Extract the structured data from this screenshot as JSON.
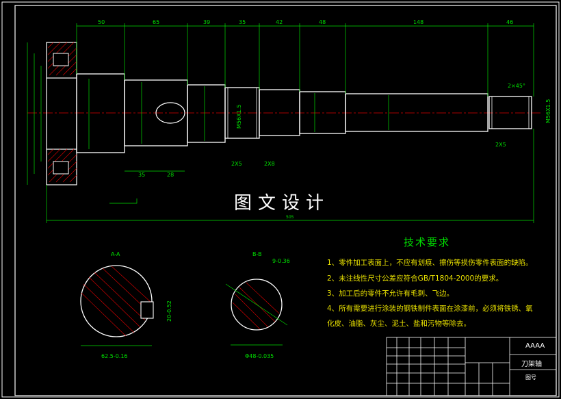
{
  "watermark": "图文设计",
  "technical_requirements": {
    "title": "技术要求",
    "notes": [
      "1、零件加工表面上，不应有划痕、擦伤等损伤零件表面的缺陷。",
      "2、未注线性尺寸公差应符合GB/T1804-2000的要求。",
      "3、加工后的零件不允许有毛刺、飞边。",
      "4、所有需要进行涂装的钢铁制件表面在涂漆前，必须将铁锈、氧",
      "化皮、油脂、灰尘、泥土、盐和污物等除去。"
    ]
  },
  "title_block": {
    "company": "AAAA",
    "part_name": "刀架轴",
    "drawing_no_label": "图号"
  },
  "dimensions": {
    "top": [
      "50",
      "65",
      "39",
      "35",
      "42",
      "48",
      "148",
      "46"
    ],
    "bottom": [
      "35",
      "28"
    ],
    "total": "505",
    "chamfer": "2×45°",
    "thread": "M56X1.5",
    "undercut": "2X5",
    "undercut_b": "2X8"
  },
  "sections": {
    "a_label": "A-A",
    "b_label": "B-B",
    "a_width": "62.5-0.16",
    "a_key": "20-0.52",
    "b_diameter": "Φ48-0.035",
    "b_spline": "9-0.36"
  },
  "colors": {
    "background": "#000000",
    "outline": "#ffffff",
    "dimension": "#00e000",
    "centerline": "#e00000",
    "hatch": "#e00000",
    "text": "#e8e000"
  }
}
